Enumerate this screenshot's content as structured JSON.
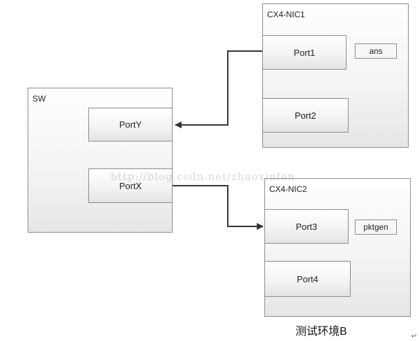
{
  "nodes": {
    "nic1": {
      "title": "CX4-NIC1",
      "port_a": "Port1",
      "port_b": "Port2",
      "tag": "ans"
    },
    "sw": {
      "title": "SW",
      "port_a": "PortY",
      "port_b": "PortX"
    },
    "nic2": {
      "title": "CX4-NIC2",
      "port_a": "Port3",
      "port_b": "Port4",
      "tag": "pktgen"
    }
  },
  "watermark": "http://blog.csdn.net/zhaoxinfan",
  "caption": "测试环境B",
  "enter_mark": "↵"
}
